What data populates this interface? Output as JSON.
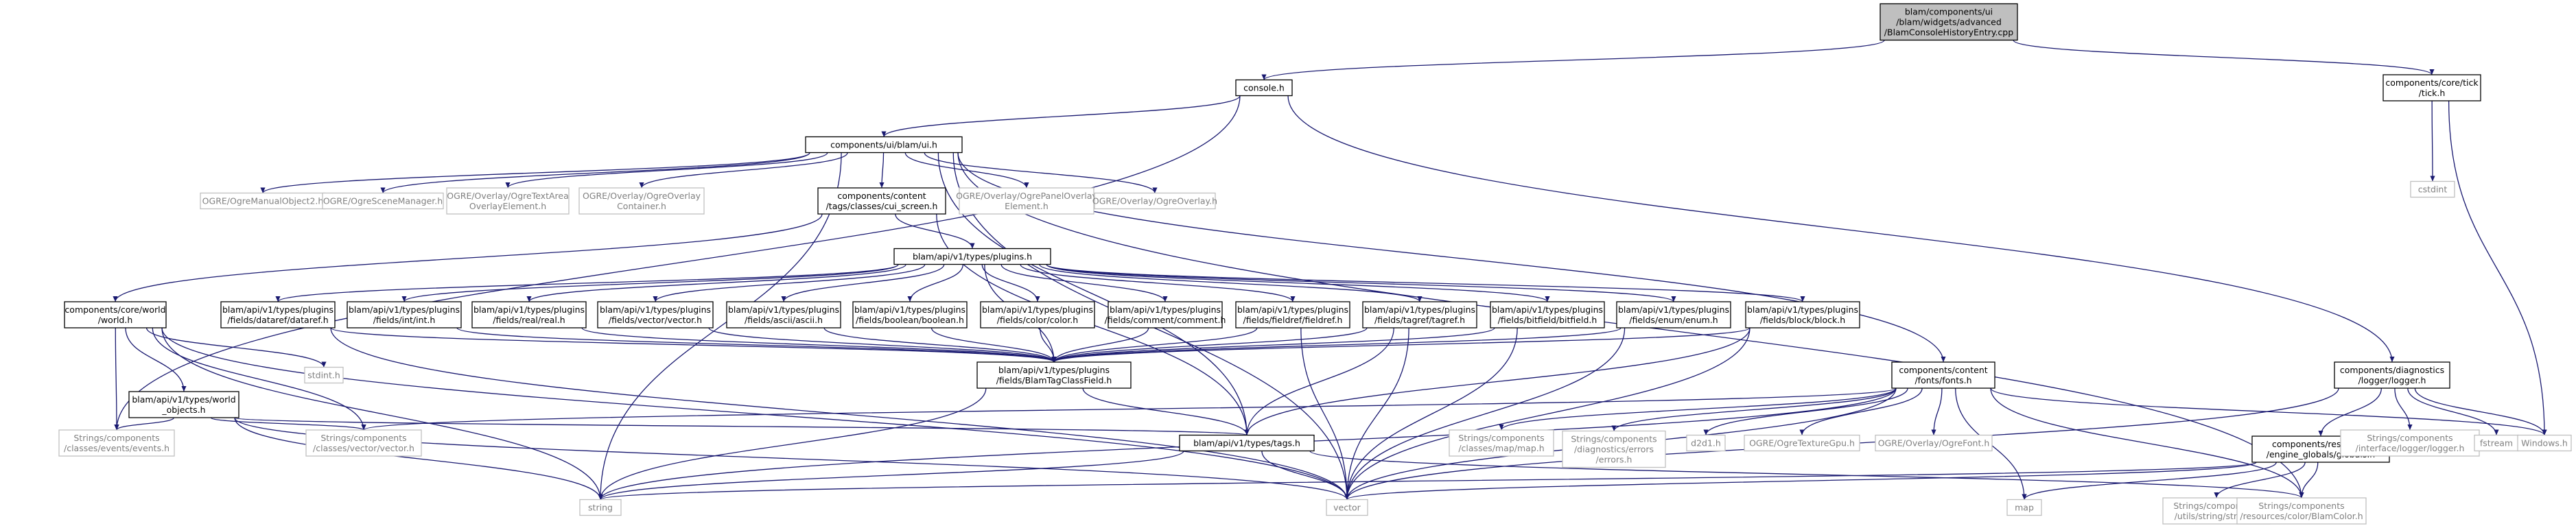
{
  "graph": {
    "colors": {
      "edge": "#191970",
      "node_border": "#000000",
      "node_text": "#000000",
      "external_border": "#bfbfbf",
      "external_text": "#808080",
      "root_fill": "#bfbfbf"
    },
    "nodes": [
      {
        "id": "root",
        "lines": [
          "blam/components/ui",
          "/blam/widgets/advanced",
          "/BlamConsoleHistoryEntry.cpp"
        ],
        "kind": "root"
      },
      {
        "id": "console",
        "lines": [
          "console.h"
        ],
        "kind": "internal"
      },
      {
        "id": "tick",
        "lines": [
          "components/core/tick",
          "/tick.h"
        ],
        "kind": "internal"
      },
      {
        "id": "cstdint",
        "lines": [
          "cstdint"
        ],
        "kind": "external"
      },
      {
        "id": "ui",
        "lines": [
          "components/ui/blam/ui.h"
        ],
        "kind": "internal"
      },
      {
        "id": "manualobj",
        "lines": [
          "OGRE/OgreManualObject2.h"
        ],
        "kind": "external"
      },
      {
        "id": "scenemgr",
        "lines": [
          "OGRE/OgreSceneManager.h"
        ],
        "kind": "external"
      },
      {
        "id": "textarea",
        "lines": [
          "OGRE/Overlay/OgreTextArea",
          "OverlayElement.h"
        ],
        "kind": "external"
      },
      {
        "id": "ovcontainer",
        "lines": [
          "OGRE/Overlay/OgreOverlay",
          "Container.h"
        ],
        "kind": "external"
      },
      {
        "id": "cuiscreen",
        "lines": [
          "components/content",
          "/tags/classes/cui_screen.h"
        ],
        "kind": "internal"
      },
      {
        "id": "panelov",
        "lines": [
          "OGRE/Overlay/OgrePanelOverlay",
          "Element.h"
        ],
        "kind": "external"
      },
      {
        "id": "ogreov",
        "lines": [
          "OGRE/Overlay/OgreOverlay.h"
        ],
        "kind": "external"
      },
      {
        "id": "plugins",
        "lines": [
          "blam/api/v1/types/plugins.h"
        ],
        "kind": "internal"
      },
      {
        "id": "world",
        "lines": [
          "components/core/world",
          "/world.h"
        ],
        "kind": "internal"
      },
      {
        "id": "p_dataref",
        "lines": [
          "blam/api/v1/types/plugins",
          "/fields/dataref/dataref.h"
        ],
        "kind": "internal"
      },
      {
        "id": "p_int",
        "lines": [
          "blam/api/v1/types/plugins",
          "/fields/int/int.h"
        ],
        "kind": "internal"
      },
      {
        "id": "p_real",
        "lines": [
          "blam/api/v1/types/plugins",
          "/fields/real/real.h"
        ],
        "kind": "internal"
      },
      {
        "id": "p_vector",
        "lines": [
          "blam/api/v1/types/plugins",
          "/fields/vector/vector.h"
        ],
        "kind": "internal"
      },
      {
        "id": "p_ascii",
        "lines": [
          "blam/api/v1/types/plugins",
          "/fields/ascii/ascii.h"
        ],
        "kind": "internal"
      },
      {
        "id": "p_boolean",
        "lines": [
          "blam/api/v1/types/plugins",
          "/fields/boolean/boolean.h"
        ],
        "kind": "internal"
      },
      {
        "id": "p_color",
        "lines": [
          "blam/api/v1/types/plugins",
          "/fields/color/color.h"
        ],
        "kind": "internal"
      },
      {
        "id": "p_comment",
        "lines": [
          "blam/api/v1/types/plugins",
          "/fields/comment/comment.h"
        ],
        "kind": "internal"
      },
      {
        "id": "p_fieldref",
        "lines": [
          "blam/api/v1/types/plugins",
          "/fields/fieldref/fieldref.h"
        ],
        "kind": "internal"
      },
      {
        "id": "p_tagref",
        "lines": [
          "blam/api/v1/types/plugins",
          "/fields/tagref/tagref.h"
        ],
        "kind": "internal"
      },
      {
        "id": "p_bitfield",
        "lines": [
          "blam/api/v1/types/plugins",
          "/fields/bitfield/bitfield.h"
        ],
        "kind": "internal"
      },
      {
        "id": "p_enum",
        "lines": [
          "blam/api/v1/types/plugins",
          "/fields/enum/enum.h"
        ],
        "kind": "internal"
      },
      {
        "id": "p_block",
        "lines": [
          "blam/api/v1/types/plugins",
          "/fields/block/block.h"
        ],
        "kind": "internal"
      },
      {
        "id": "diag_logger",
        "lines": [
          "components/diagnostics",
          "/logger/logger.h"
        ],
        "kind": "internal"
      },
      {
        "id": "fonts",
        "lines": [
          "components/content",
          "/fonts/fonts.h"
        ],
        "kind": "internal"
      },
      {
        "id": "stdint",
        "lines": [
          "stdint.h"
        ],
        "kind": "external"
      },
      {
        "id": "world_objects",
        "lines": [
          "blam/api/v1/types/world",
          "_objects.h"
        ],
        "kind": "internal"
      },
      {
        "id": "tagclassfield",
        "lines": [
          "blam/api/v1/types/plugins",
          "/fields/BlamTagClassField.h"
        ],
        "kind": "internal"
      },
      {
        "id": "events",
        "lines": [
          "Strings/components",
          "/classes/events/events.h"
        ],
        "kind": "external"
      },
      {
        "id": "vectorh",
        "lines": [
          "Strings/components",
          "/classes/vector/vector.h"
        ],
        "kind": "external"
      },
      {
        "id": "tags",
        "lines": [
          "blam/api/v1/types/tags.h"
        ],
        "kind": "internal"
      },
      {
        "id": "maph",
        "lines": [
          "Strings/components",
          "/classes/map/map.h"
        ],
        "kind": "external"
      },
      {
        "id": "errors",
        "lines": [
          "Strings/components",
          "/diagnostics/errors",
          "/errors.h"
        ],
        "kind": "external"
      },
      {
        "id": "d2d1",
        "lines": [
          "d2d1.h"
        ],
        "kind": "external"
      },
      {
        "id": "texgpu",
        "lines": [
          "OGRE/OgreTextureGpu.h"
        ],
        "kind": "external"
      },
      {
        "id": "ogrefont",
        "lines": [
          "OGRE/Overlay/OgreFont.h"
        ],
        "kind": "external"
      },
      {
        "id": "globals",
        "lines": [
          "components/resources",
          "/engine_globals/globals.h"
        ],
        "kind": "internal"
      },
      {
        "id": "ilogger",
        "lines": [
          "Strings/components",
          "/interface/logger/logger.h"
        ],
        "kind": "external"
      },
      {
        "id": "fstream",
        "lines": [
          "fstream"
        ],
        "kind": "external"
      },
      {
        "id": "windows",
        "lines": [
          "Windows.h"
        ],
        "kind": "external"
      },
      {
        "id": "string",
        "lines": [
          "string"
        ],
        "kind": "external"
      },
      {
        "id": "vector",
        "lines": [
          "vector"
        ],
        "kind": "external"
      },
      {
        "id": "map",
        "lines": [
          "map"
        ],
        "kind": "external"
      },
      {
        "id": "strstring",
        "lines": [
          "Strings/components",
          "/utils/string/string.h"
        ],
        "kind": "external"
      },
      {
        "id": "blamcolor",
        "lines": [
          "Strings/components",
          "/resources/color/BlamColor.h"
        ],
        "kind": "external"
      }
    ],
    "edges": [
      [
        "root",
        "console"
      ],
      [
        "root",
        "tick"
      ],
      [
        "tick",
        "cstdint"
      ],
      [
        "tick",
        "windows"
      ],
      [
        "console",
        "ui"
      ],
      [
        "console",
        "events"
      ],
      [
        "console",
        "diag_logger"
      ],
      [
        "ui",
        "manualobj"
      ],
      [
        "ui",
        "scenemgr"
      ],
      [
        "ui",
        "textarea"
      ],
      [
        "ui",
        "ovcontainer"
      ],
      [
        "ui",
        "cuiscreen"
      ],
      [
        "ui",
        "panelov"
      ],
      [
        "ui",
        "ogreov"
      ],
      [
        "ui",
        "fonts"
      ],
      [
        "ui",
        "string"
      ],
      [
        "ui",
        "vector"
      ],
      [
        "ui",
        "blamcolor"
      ],
      [
        "ui",
        "tags"
      ],
      [
        "cuiscreen",
        "plugins"
      ],
      [
        "cuiscreen",
        "world"
      ],
      [
        "cuiscreen",
        "tags"
      ],
      [
        "plugins",
        "p_dataref"
      ],
      [
        "plugins",
        "p_int"
      ],
      [
        "plugins",
        "p_real"
      ],
      [
        "plugins",
        "p_vector"
      ],
      [
        "plugins",
        "p_ascii"
      ],
      [
        "plugins",
        "p_boolean"
      ],
      [
        "plugins",
        "p_color"
      ],
      [
        "plugins",
        "p_comment"
      ],
      [
        "plugins",
        "p_fieldref"
      ],
      [
        "plugins",
        "p_tagref"
      ],
      [
        "plugins",
        "p_bitfield"
      ],
      [
        "plugins",
        "p_enum"
      ],
      [
        "plugins",
        "p_block"
      ],
      [
        "plugins",
        "tagclassfield"
      ],
      [
        "p_dataref",
        "tagclassfield"
      ],
      [
        "p_int",
        "tagclassfield"
      ],
      [
        "p_real",
        "tagclassfield"
      ],
      [
        "p_vector",
        "tagclassfield"
      ],
      [
        "p_ascii",
        "tagclassfield"
      ],
      [
        "p_boolean",
        "tagclassfield"
      ],
      [
        "p_color",
        "tagclassfield"
      ],
      [
        "p_comment",
        "tagclassfield"
      ],
      [
        "p_fieldref",
        "tagclassfield"
      ],
      [
        "p_tagref",
        "tagclassfield"
      ],
      [
        "p_bitfield",
        "tagclassfield"
      ],
      [
        "p_enum",
        "tagclassfield"
      ],
      [
        "p_block",
        "tagclassfield"
      ],
      [
        "p_dataref",
        "vector"
      ],
      [
        "p_tagref",
        "tags"
      ],
      [
        "p_tagref",
        "vector"
      ],
      [
        "p_fieldref",
        "vector"
      ],
      [
        "p_bitfield",
        "vector"
      ],
      [
        "p_enum",
        "vector"
      ],
      [
        "p_block",
        "vector"
      ],
      [
        "p_block",
        "tags"
      ],
      [
        "tagclassfield",
        "tags"
      ],
      [
        "tagclassfield",
        "string"
      ],
      [
        "world",
        "world_objects"
      ],
      [
        "world",
        "events"
      ],
      [
        "world",
        "vectorh"
      ],
      [
        "world",
        "stdint"
      ],
      [
        "world",
        "string"
      ],
      [
        "world",
        "vector"
      ],
      [
        "world_objects",
        "events"
      ],
      [
        "world_objects",
        "vectorh"
      ],
      [
        "world_objects",
        "tags"
      ],
      [
        "world_objects",
        "string"
      ],
      [
        "world_objects",
        "vector"
      ],
      [
        "tags",
        "string"
      ],
      [
        "tags",
        "vector"
      ],
      [
        "tags",
        "blamcolor"
      ],
      [
        "fonts",
        "maph"
      ],
      [
        "fonts",
        "errors"
      ],
      [
        "fonts",
        "d2d1"
      ],
      [
        "fonts",
        "texgpu"
      ],
      [
        "fonts",
        "ogrefont"
      ],
      [
        "fonts",
        "map"
      ],
      [
        "fonts",
        "vectorh"
      ],
      [
        "fonts",
        "string"
      ],
      [
        "fonts",
        "vector"
      ],
      [
        "fonts",
        "windows"
      ],
      [
        "fonts",
        "blamcolor"
      ],
      [
        "diag_logger",
        "globals"
      ],
      [
        "diag_logger",
        "ilogger"
      ],
      [
        "diag_logger",
        "fstream"
      ],
      [
        "diag_logger",
        "windows"
      ],
      [
        "diag_logger",
        "vector"
      ],
      [
        "globals",
        "map"
      ],
      [
        "globals",
        "strstring"
      ],
      [
        "globals",
        "blamcolor"
      ],
      [
        "globals",
        "string"
      ],
      [
        "globals",
        "vector"
      ]
    ]
  }
}
